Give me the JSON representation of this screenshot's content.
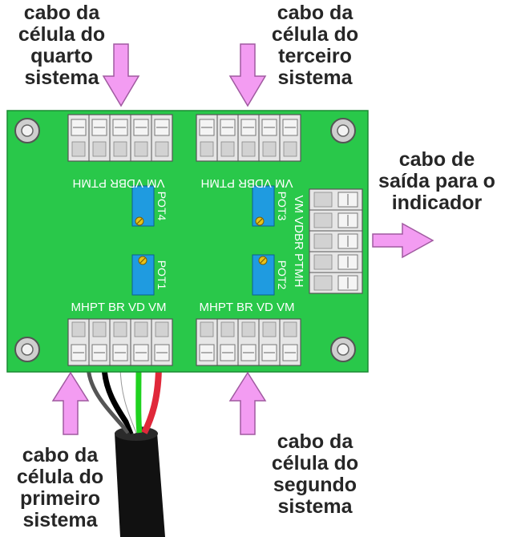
{
  "callouts": {
    "fourth": "cabo da\ncélula do\nquarto\nsistema",
    "third": "cabo da\ncélula do\nterceiro\nsistema",
    "output": "cabo de\nsaída para o\nindicador",
    "first": "cabo da\ncélula do\nprimeiro\nsistema",
    "second": "cabo da\ncélula do\nsegundo\nsistema"
  },
  "board": {
    "top_left_pins": "VM VDBR PTMH",
    "top_right_pins": "VM VDBR PTMH",
    "right_pins": "VM VDBR PTMH",
    "bottom_left_pins": "MHPT BR VD VM",
    "bottom_right_pins": "MHPT BR VD VM",
    "pot1": "POT1",
    "pot2": "POT2",
    "pot3": "POT3",
    "pot4": "POT4"
  },
  "colors": {
    "pcb": "#29c84a",
    "arrow": "#f39cf2",
    "terminal": "#e6e6e6",
    "potentiometer": "#1f9be0",
    "trimmer": "#e8c21a",
    "cable_jacket": "#111111",
    "wire_red": "#e0283a",
    "wire_green": "#1fd21f",
    "wire_white": "#ffffff",
    "wire_black": "#000000"
  }
}
